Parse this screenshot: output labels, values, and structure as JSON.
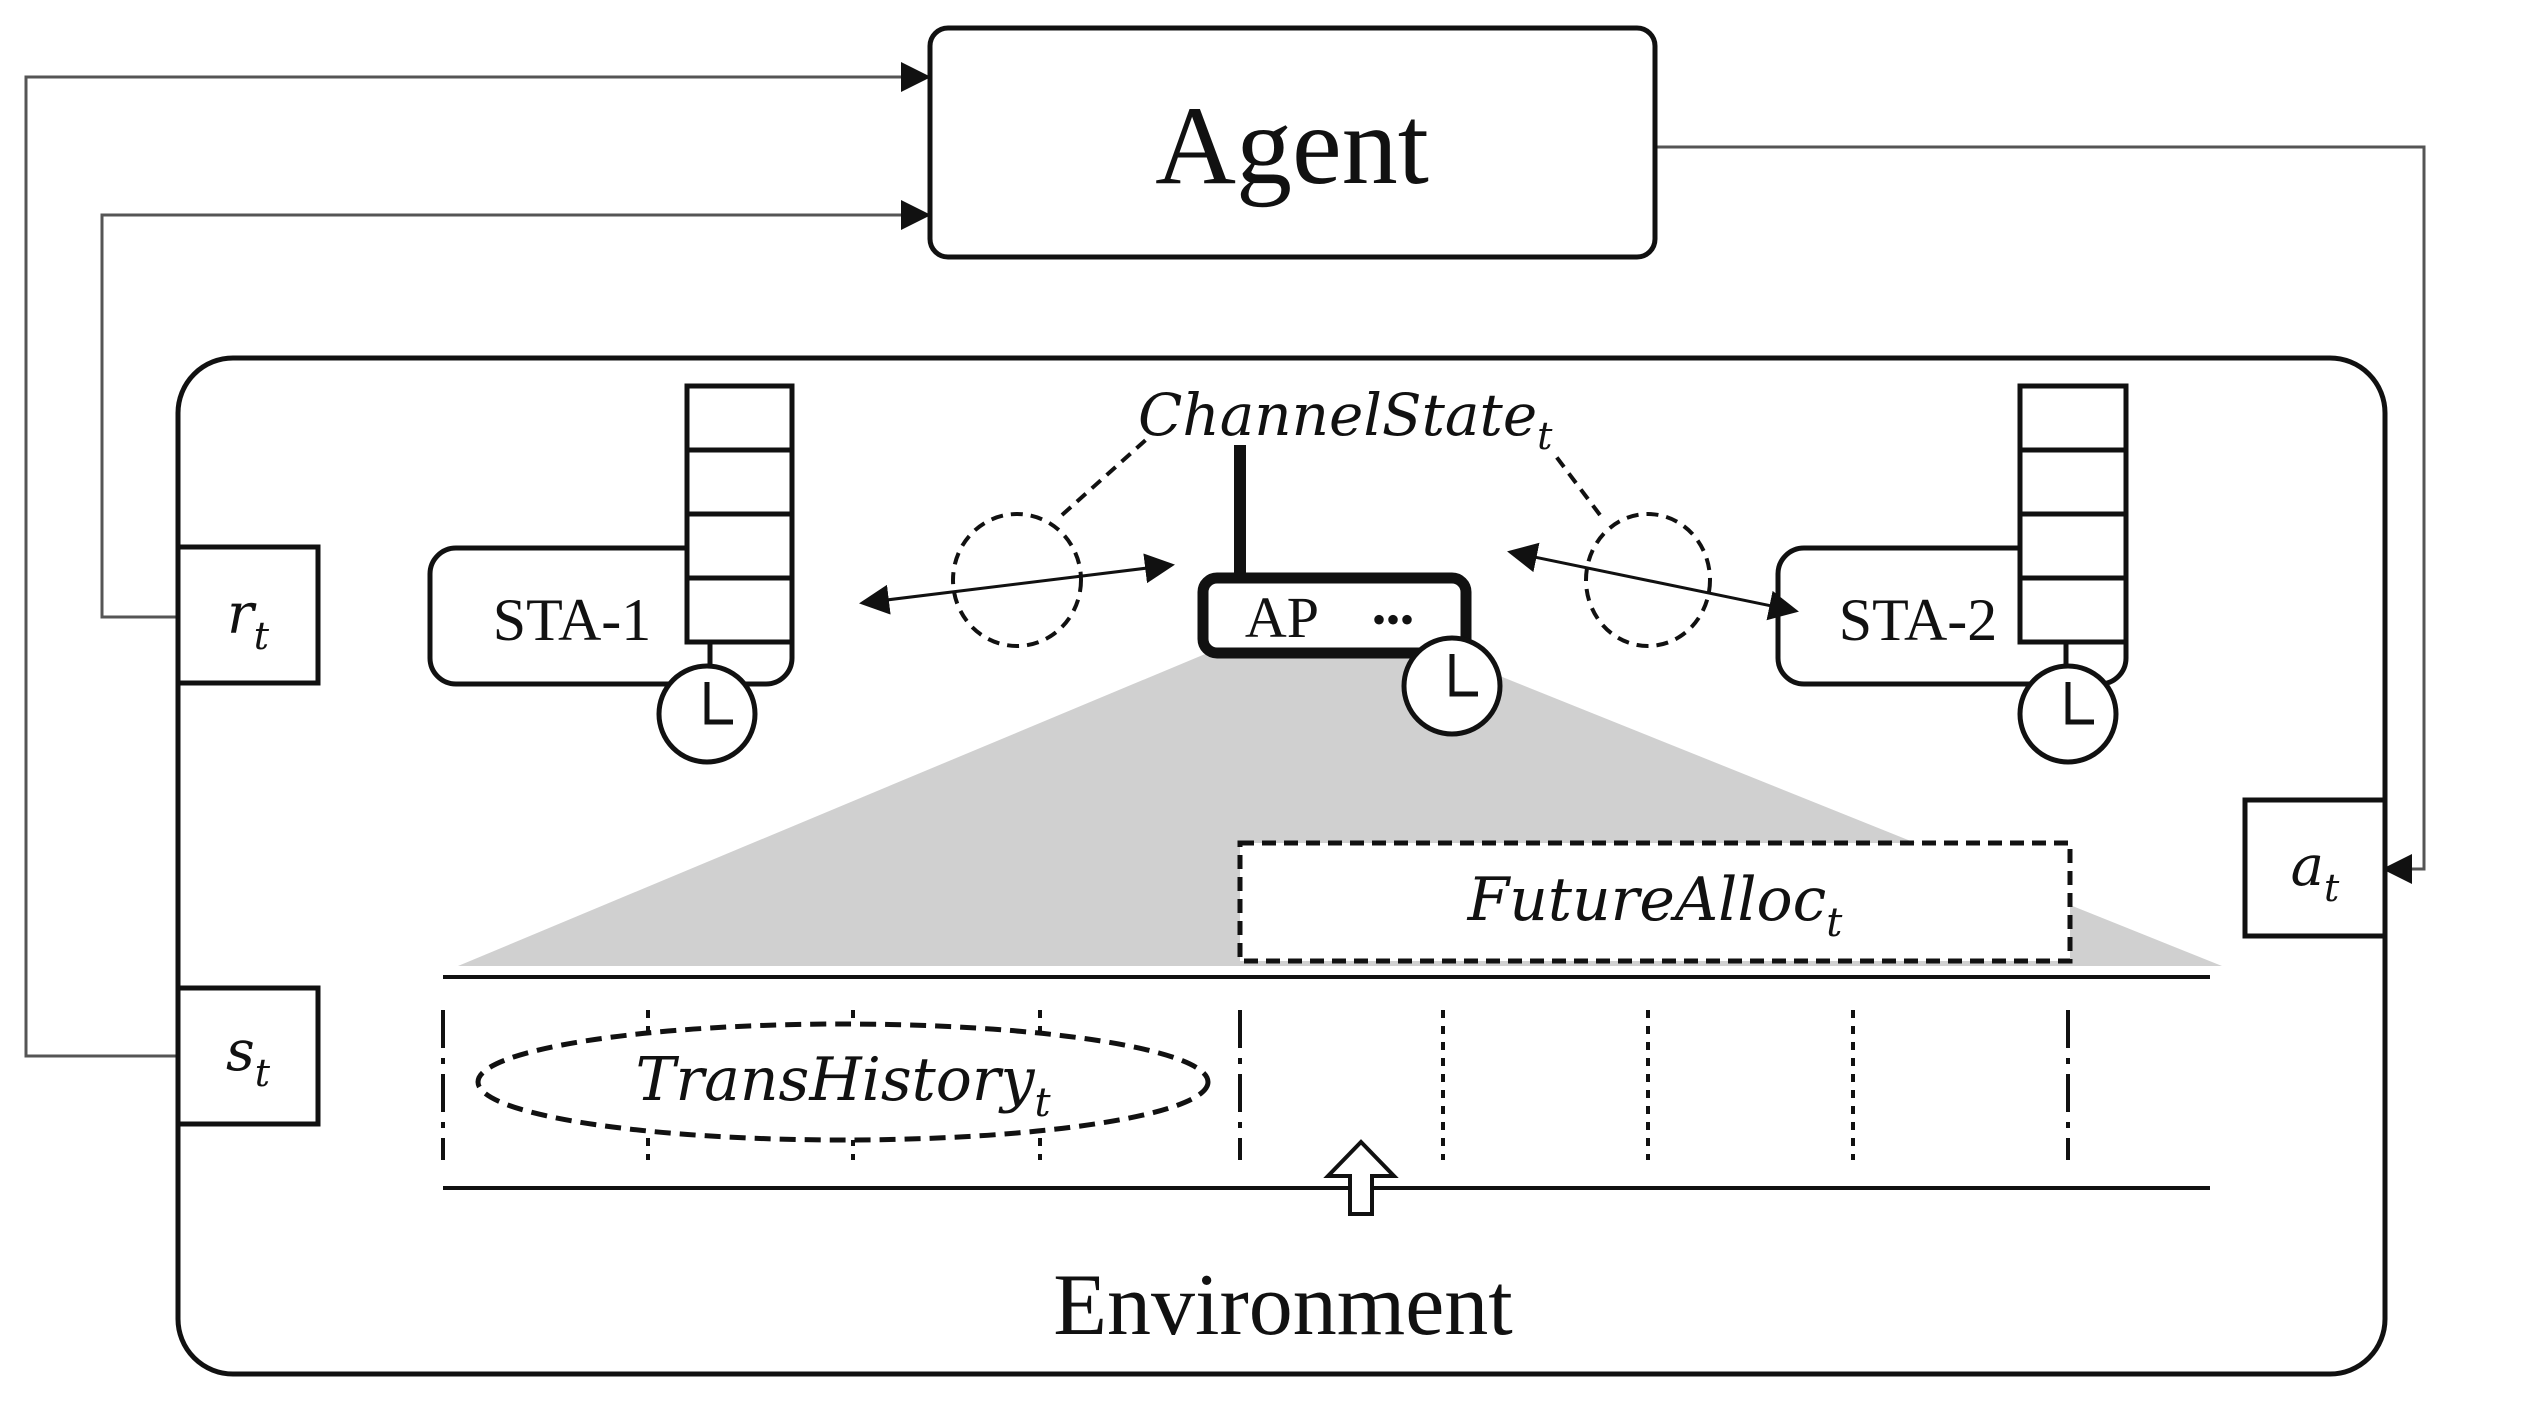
{
  "agent": {
    "label": "Agent"
  },
  "environment": {
    "label": "Environment"
  },
  "signals": {
    "reward": {
      "base": "r",
      "sub": "t"
    },
    "state": {
      "base": "s",
      "sub": "t"
    },
    "action": {
      "base": "a",
      "sub": "t"
    }
  },
  "stations": {
    "sta1": "STA-1",
    "sta2": "STA-2",
    "ap": "AP",
    "ap_dots": "•••"
  },
  "annotations": {
    "channel_state": {
      "base": "ChannelState",
      "sub": "t"
    },
    "future_alloc": {
      "base": "FutureAlloc",
      "sub": "t"
    },
    "trans_history": {
      "base": "TransHistory",
      "sub": "t"
    }
  }
}
